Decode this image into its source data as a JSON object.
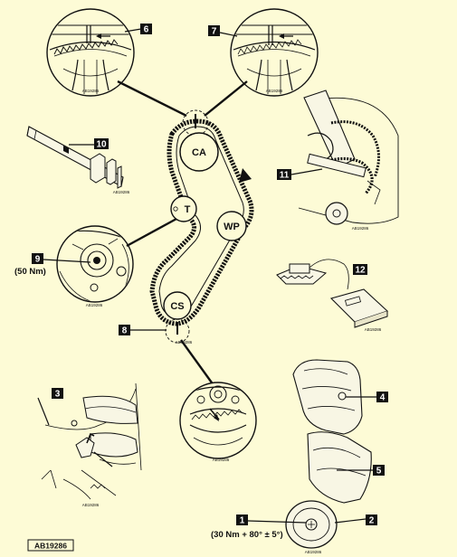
{
  "figure_ref": "AB19286",
  "callouts": {
    "n1": "1",
    "n2": "2",
    "n3": "3",
    "n4": "4",
    "n5": "5",
    "n6": "6",
    "n7": "7",
    "n8": "8",
    "n9": "9",
    "n10": "10",
    "n11": "11",
    "n12": "12"
  },
  "pulleys": {
    "camshaft": "CA",
    "tensioner": "T",
    "water_pump": "WP",
    "crankshaft": "CS"
  },
  "torques": {
    "tensioner": "(50 Nm)",
    "crankshaft": "(30 Nm + 80° ± 5°)"
  },
  "inset_refs": {
    "i6": "AB19286",
    "i7": "AB19286",
    "i10": "AB19286",
    "i11": "AB19286",
    "i9": "AB19286",
    "i12": "AB19286",
    "i8": "AB19286",
    "i3": "AB19286",
    "i_crank": "AB19286",
    "i_damper": "AB19286"
  }
}
